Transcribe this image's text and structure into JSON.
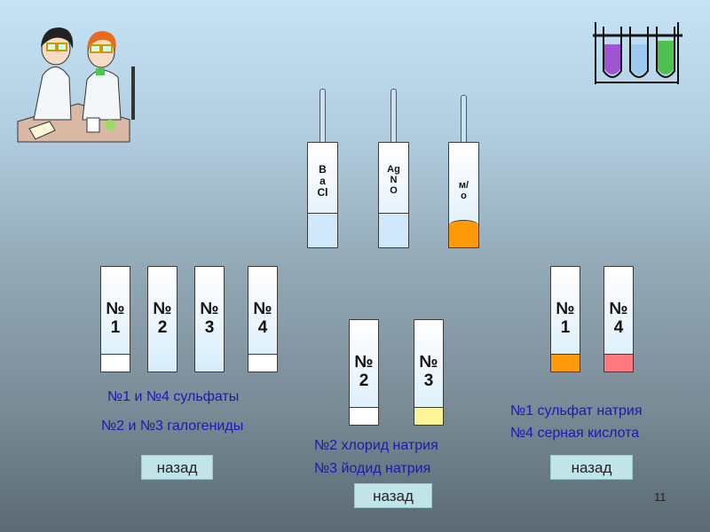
{
  "slide_number": "11",
  "illustrations": {
    "scientists": "two scientists in lab coats and goggles at a lab table",
    "test_tube_rack": "rack with purple, light blue and green test tubes"
  },
  "reagents": [
    {
      "label_lines": [
        "B",
        "a",
        "Cl"
      ],
      "fill_color": "#cfe8fb",
      "fill_level": 0.32
    },
    {
      "label_lines": [
        "Ag",
        "N",
        "O"
      ],
      "fill_color": "#cfe8fb",
      "fill_level": 0.32
    },
    {
      "label_lines": [
        "м/",
        "о"
      ],
      "fill_color": "#ff9a0a",
      "fill_level": 0.25
    }
  ],
  "group_left": {
    "tubes": [
      {
        "line1": "№",
        "line2": "1",
        "fill_color": "#ffffff",
        "has_fill": true
      },
      {
        "line1": "№",
        "line2": "2",
        "fill_color": "",
        "has_fill": false
      },
      {
        "line1": "№",
        "line2": "3",
        "fill_color": "",
        "has_fill": false
      },
      {
        "line1": "№",
        "line2": "4",
        "fill_color": "#ffffff",
        "has_fill": true
      }
    ],
    "text1": "№1 и №4 сульфаты",
    "text2": "№2 и №3 галогениды",
    "button": "назад"
  },
  "group_middle": {
    "tubes": [
      {
        "line1": "№",
        "line2": "2",
        "fill_color": "#ffffff",
        "has_fill": true
      },
      {
        "line1": "№",
        "line2": "3",
        "fill_color": "#fdf49a",
        "has_fill": true
      }
    ],
    "text1": "№2 хлорид натрия",
    "text2": "№3 йодид натрия",
    "button": "назад"
  },
  "group_right": {
    "tubes": [
      {
        "line1": "№",
        "line2": "1",
        "fill_color": "#ff9a0a",
        "has_fill": true
      },
      {
        "line1": "№",
        "line2": "4",
        "fill_color": "#ff7a80",
        "has_fill": true
      }
    ],
    "text1": "№1 сульфат натрия",
    "text2": "№4 серная кислота",
    "button": "назад"
  }
}
